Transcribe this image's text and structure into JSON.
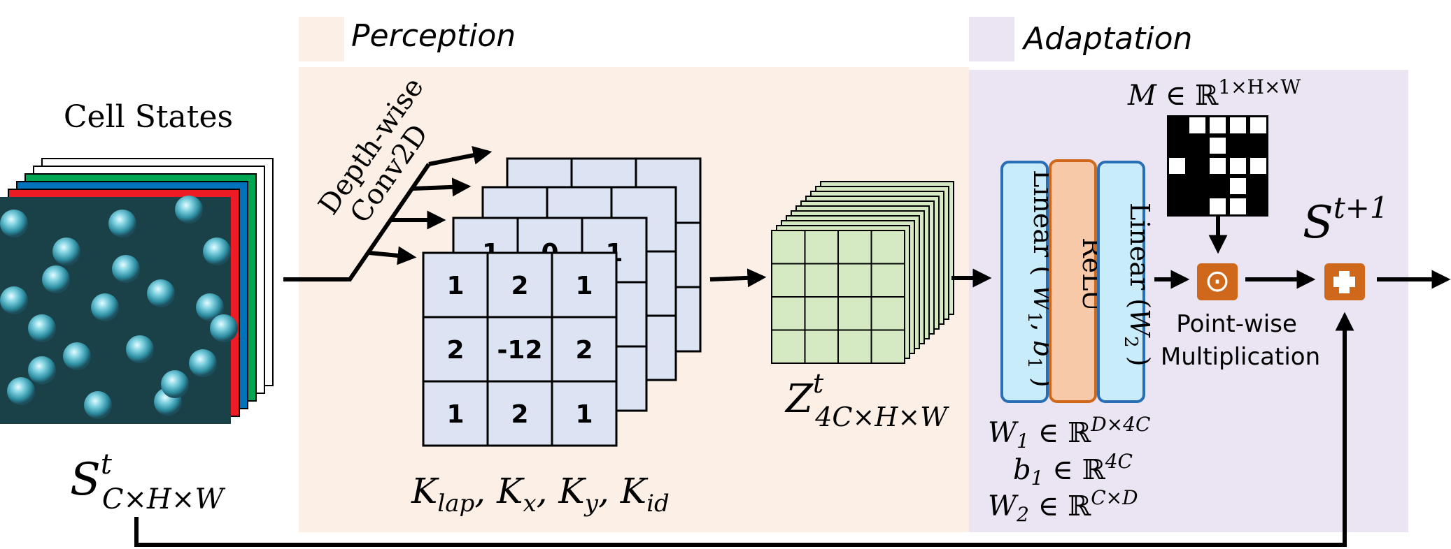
{
  "legend": {
    "perception": {
      "label": "Perception",
      "color": "#fcefe6"
    },
    "adaptation": {
      "label": "Adaptation",
      "color": "#ebe4f2"
    }
  },
  "cell_states": {
    "title": "Cell States",
    "channel_colors": [
      "#ffffff",
      "#ffffff",
      "#00a651",
      "#0072bc",
      "#ed1c24"
    ],
    "symbol": {
      "base": "S",
      "sup": "t",
      "sub": "C×H×W"
    }
  },
  "conv": {
    "label_line1": "Depth-wise",
    "label_line2": "Conv2D"
  },
  "kernel": {
    "front": [
      [
        "1",
        "2",
        "1"
      ],
      [
        "2",
        "-12",
        "2"
      ],
      [
        "1",
        "2",
        "1"
      ]
    ],
    "second_partial": [
      "-1",
      "0",
      "1"
    ],
    "caption": {
      "K1_sub": "lap",
      "K2_sub": "x",
      "K3_sub": "y",
      "K4_sub": "id",
      "base": "K",
      "sep": ", "
    }
  },
  "perception_out": {
    "base": "Z",
    "sup": "t",
    "sub": "4C×H×W"
  },
  "mlp": {
    "linear1": {
      "prefix": "Linear ( ",
      "w": "W",
      "w_sub": "1",
      "comma": ", ",
      "b": "b",
      "b_sub": "1",
      "suffix": " )"
    },
    "relu": "ReLU",
    "linear2": {
      "prefix": "Linear (",
      "w": "W",
      "w_sub": "2",
      "suffix": " )"
    },
    "params": {
      "p1": {
        "v": "W",
        "sub": "1",
        "rel": " ∈ ℝ",
        "sup": "D×4C"
      },
      "p2": {
        "v": "b",
        "sub": "1",
        "rel": " ∈ ℝ",
        "sup": "4C"
      },
      "p3": {
        "v": "W",
        "sub": "2",
        "rel": " ∈ ℝ",
        "sup": "C×D"
      }
    }
  },
  "mask": {
    "label": {
      "v": "M",
      "rel": " ∈ ℝ",
      "sup": "1×H×W"
    },
    "grid": [
      [
        1,
        0,
        0,
        0,
        0
      ],
      [
        1,
        1,
        0,
        1,
        1
      ],
      [
        0,
        1,
        0,
        0,
        0
      ],
      [
        1,
        1,
        1,
        0,
        1
      ],
      [
        1,
        1,
        0,
        0,
        1
      ]
    ]
  },
  "multiply": {
    "symbol": "⊙",
    "label_line1": "Point-wise",
    "label_line2": "Multiplication"
  },
  "output": {
    "base": "S",
    "sup": "t+1"
  },
  "colors": {
    "kernel_fill": "#dce3f3",
    "z_fill": "#d5eac3",
    "relu": "#f8c9a8",
    "linear": "#c8ecf9",
    "orange": "#d0681c"
  }
}
